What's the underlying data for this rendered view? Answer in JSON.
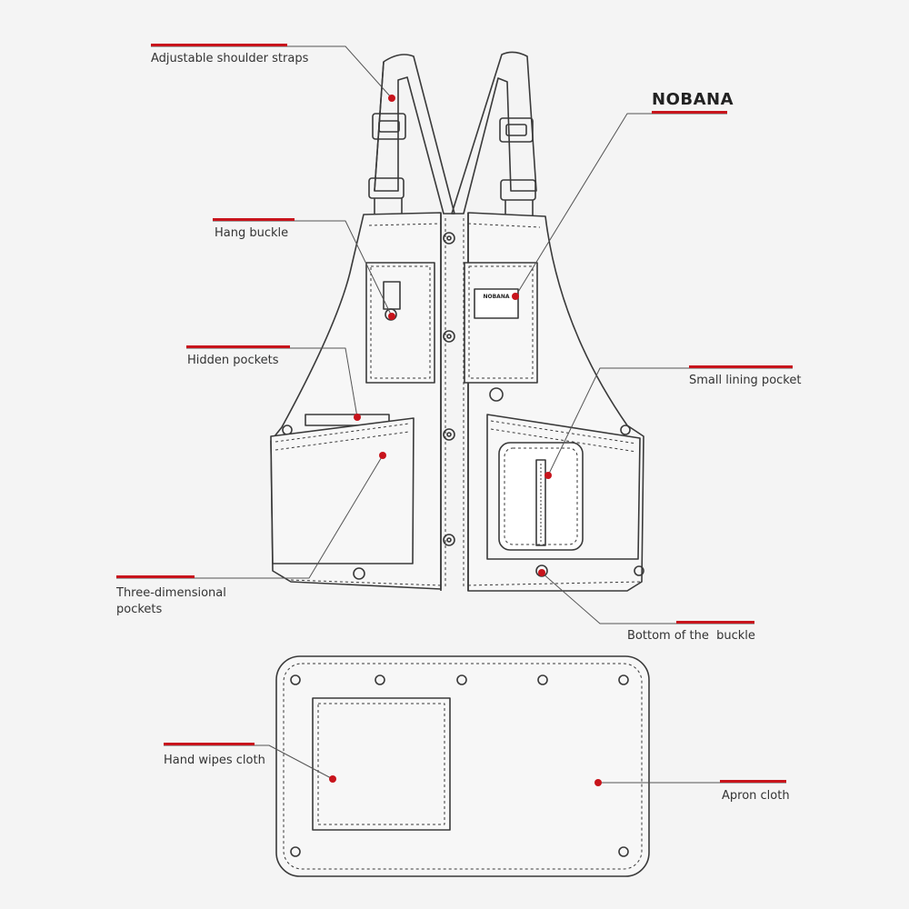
{
  "brand": {
    "name": "NOBANA",
    "patch_text": "NOBANA"
  },
  "colors": {
    "accent": "#c8141c",
    "line": "#3a3a3a",
    "background": "#f4f4f4",
    "fill": "#f7f7f7"
  },
  "callouts": {
    "shoulder_straps": "Adjustable shoulder straps",
    "hang_buckle": "Hang buckle",
    "hidden_pockets": "Hidden pockets",
    "three_dimensional_pockets": "Three-dimensional pockets",
    "small_lining_pocket": "Small lining pocket",
    "bottom_buckle": "Bottom of the  buckle",
    "hand_wipes_cloth": "Hand wipes cloth",
    "apron_cloth": "Apron cloth"
  }
}
